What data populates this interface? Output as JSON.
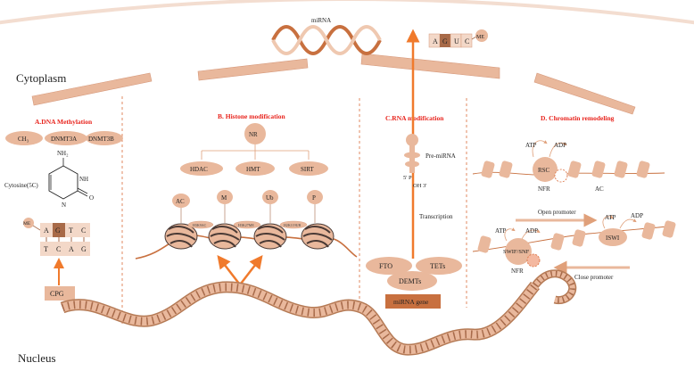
{
  "regions": {
    "cytoplasm": "Cytoplasm",
    "nucleus": "Nucleus"
  },
  "mirna": {
    "label": "miRNA",
    "bases": [
      "A",
      "G",
      "U",
      "C"
    ],
    "me": "ME"
  },
  "sections": {
    "a": "A.DNA Methylation",
    "b": "B. Histone modification",
    "c": "C.RNA modification",
    "d": "D. Chromatin remodeling"
  },
  "dna_methylation": {
    "enzymes": [
      "CH₃",
      "DNMT3A",
      "DNMT3B"
    ],
    "nh2": "NH₂",
    "nh": "NH",
    "n": "N",
    "o": "O",
    "cytosine": "Cytosine(5C)",
    "me": "ME",
    "top_strand": [
      "A",
      "G",
      "T",
      "C"
    ],
    "bottom_strand": [
      "T",
      "C",
      "A",
      "G"
    ],
    "cpg": "CPG"
  },
  "histone": {
    "nr": "NR",
    "enzymes": [
      "HDAC",
      "HMT",
      "SIRT"
    ],
    "marks": [
      "AC",
      "M",
      "Ub",
      "P"
    ],
    "sites": [
      "H3K9AC",
      "H3K27ME",
      "H2K119UB"
    ]
  },
  "rna_modification": {
    "pre_mirna": "Pre-miRNA",
    "five_p": "5' P",
    "oh3": "OH 3'",
    "transcription": "Transcription",
    "fto": "FTO",
    "tets": "TETs",
    "demts": "DEMTs",
    "gene": "miRNA gene"
  },
  "chromatin": {
    "atp1": "ATP",
    "adp1": "ADP",
    "rsc": "RSC",
    "nfr1": "NFR",
    "ac": "AC",
    "open_promoter": "Open promoter",
    "atp2": "ATP",
    "adp2": "ADP",
    "iswi": "ISWI",
    "atp3": "ATP",
    "adp3": "ADP",
    "swif": "SWIF/SNF",
    "nfr2": "NFR",
    "close_promoter": "Close promoter"
  },
  "colors": {
    "peach": "#e9b89c",
    "peach_dark": "#d6987a",
    "orange": "#f07a2c",
    "brown": "#a76a4a",
    "divider": "#d96b3a",
    "title_red": "#e8231c"
  }
}
